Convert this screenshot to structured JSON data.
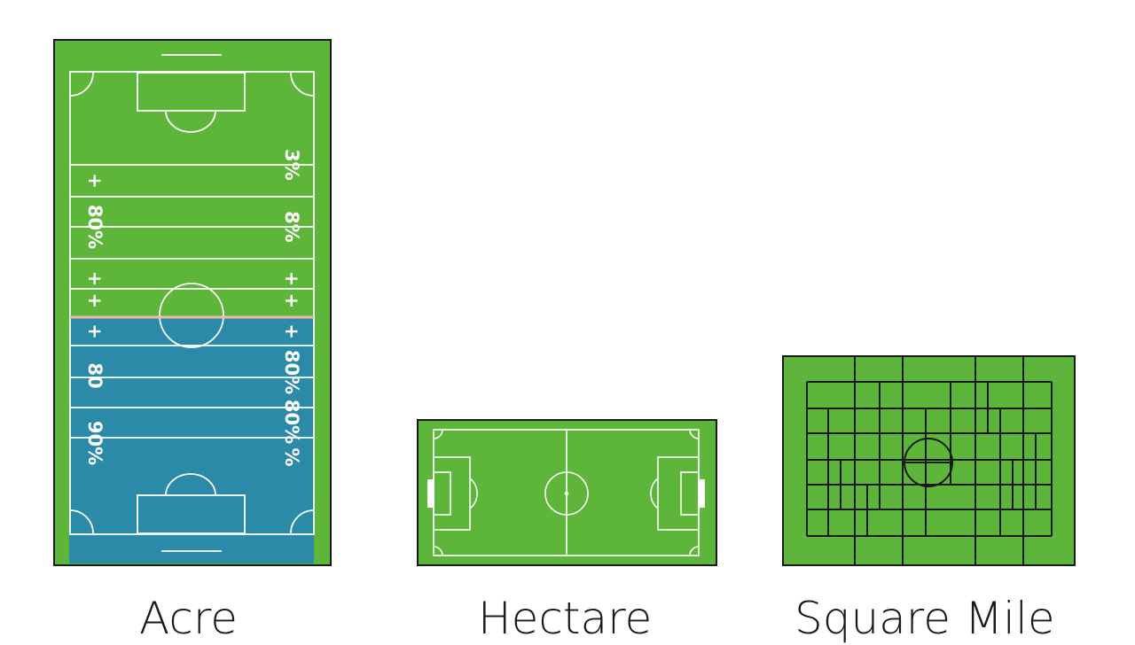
{
  "colors": {
    "grass": "#5db53a",
    "water": "#2a8aa8",
    "outline": "#1a1a1a",
    "line": "#ffffff",
    "divider": "#f2b8b0"
  },
  "fields": [
    {
      "id": "acre",
      "label": "Acre",
      "left_markings": [
        "+",
        "80%",
        "+ +",
        "+",
        "80",
        "90%"
      ],
      "right_markings": [
        "3%",
        "8%",
        "+ +",
        "+",
        "80%",
        "80%",
        "%"
      ]
    },
    {
      "id": "hectare",
      "label": "Hectare"
    },
    {
      "id": "square-mile",
      "label": "Square Mile"
    }
  ]
}
